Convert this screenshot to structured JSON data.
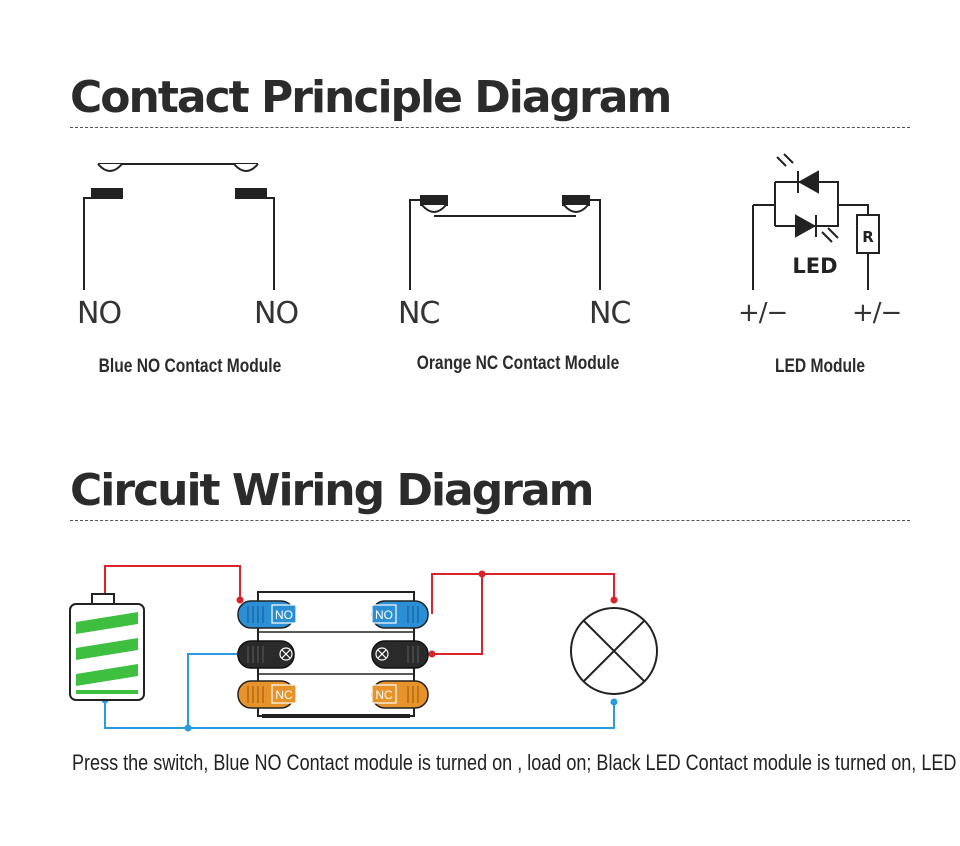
{
  "contact_section": {
    "title": "Contact Principle Diagram",
    "modules": [
      {
        "name": "Blue NO Contact Module",
        "left_terminal": "NO",
        "right_terminal": "NO"
      },
      {
        "name": "Orange NC Contact Module",
        "left_terminal": "NC",
        "right_terminal": "NC"
      },
      {
        "name": "LED Module",
        "left_terminal": "+/−",
        "right_terminal": "+/−",
        "led_text": "LED",
        "resistor_text": "R"
      }
    ]
  },
  "wiring_section": {
    "title": "Circuit Wiring Diagram",
    "module_tags": {
      "blue": "NO",
      "orange": "NC"
    },
    "caption": "Press the switch, Blue NO Contact module is turned on , load on; Black LED Contact module  is turned on, LED  on."
  },
  "colors": {
    "wire_red": "#d9242b",
    "wire_blue": "#2b9be0",
    "battery_green": "#3fbf3f",
    "module_blue": "#2b8fd6",
    "module_black": "#2a2a2a",
    "module_orange": "#e8922a"
  }
}
